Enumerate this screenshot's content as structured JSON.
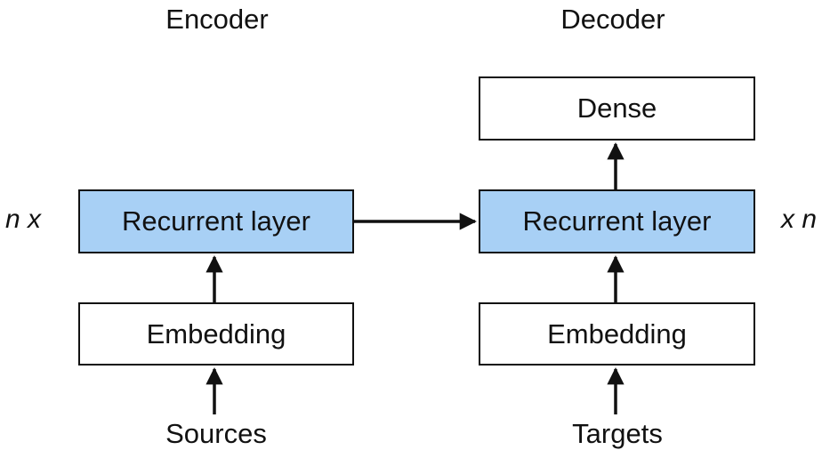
{
  "encoder": {
    "title": "Encoder",
    "recurrent_label": "Recurrent layer",
    "embedding_label": "Embedding",
    "input_label": "Sources",
    "multiplier": "n x"
  },
  "decoder": {
    "title": "Decoder",
    "dense_label": "Dense",
    "recurrent_label": "Recurrent layer",
    "embedding_label": "Embedding",
    "input_label": "Targets",
    "multiplier": "x n"
  },
  "colors": {
    "recurrent_fill": "#a8d0f5",
    "box_fill": "#ffffff",
    "stroke": "#111111"
  }
}
